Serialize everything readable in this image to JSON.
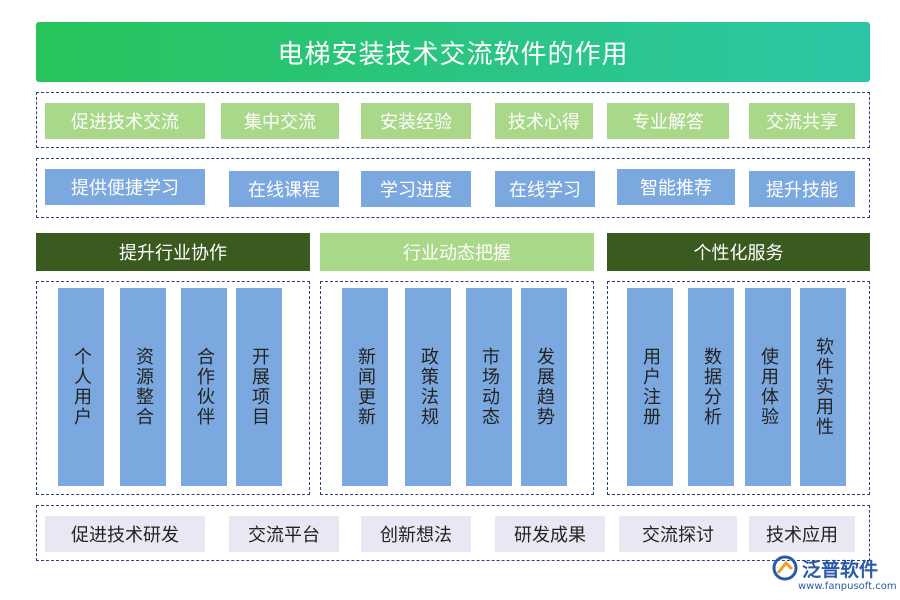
{
  "title": "电梯安装技术交流软件的作用",
  "row1": [
    "促进技术交流",
    "集中交流",
    "安装经验",
    "技术心得",
    "专业解答",
    "交流共享"
  ],
  "row2": [
    "提供便捷学习",
    "在线课程",
    "学习进度",
    "在线学习",
    "智能推荐",
    "提升技能"
  ],
  "sections": [
    {
      "header": "提升行业协作",
      "items": [
        "个人用户",
        "资源整合",
        "合作伙伴",
        "开展项目"
      ]
    },
    {
      "header": "行业动态把握",
      "items": [
        "新闻更新",
        "政策法规",
        "市场动态",
        "发展趋势"
      ]
    },
    {
      "header": "个性化服务",
      "items": [
        "用户注册",
        "数据分析",
        "使用体验",
        "软件实用性"
      ]
    }
  ],
  "row3": [
    "促进技术研发",
    "交流平台",
    "创新想法",
    "研发成果",
    "交流探讨",
    "技术应用"
  ],
  "logo": {
    "name": "泛普软件",
    "url": "www.fanpusoft.com"
  },
  "colors": {
    "title_start": "#27c45a",
    "title_end": "#2cc6a6",
    "green": "#a9d889",
    "dark_green": "#3a5a1f",
    "blue": "#7ba8de",
    "lavender": "#e8e8f5",
    "dash": "#2a3f8a"
  }
}
